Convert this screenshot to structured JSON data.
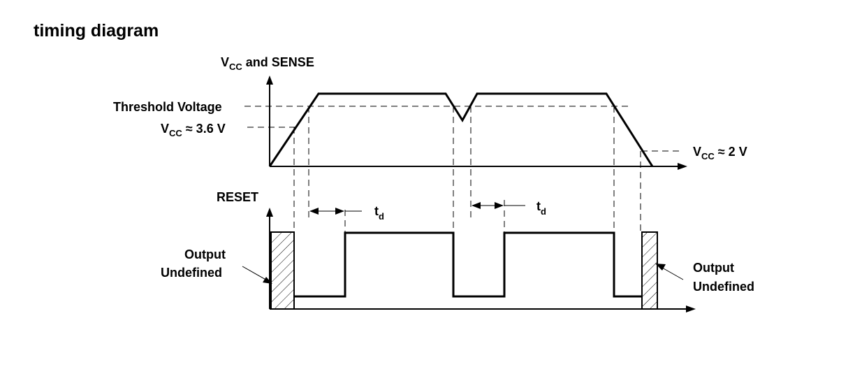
{
  "title": "timing diagram",
  "vcc_axis": {
    "main": "V",
    "sub": "CC",
    "rest": " and SENSE"
  },
  "threshold_label": "Threshold Voltage",
  "vcc_36": {
    "main": "V",
    "sub": "CC",
    "rest": " ≈ 3.6 V"
  },
  "vcc_2": {
    "main": "V",
    "sub": "CC",
    "rest": " ≈ 2 V"
  },
  "reset_label": "RESET",
  "td_label": {
    "main": "t",
    "sub": "d"
  },
  "undefined_left": [
    "Output",
    "Undefined"
  ],
  "undefined_right": [
    "Output",
    "Undefined"
  ]
}
